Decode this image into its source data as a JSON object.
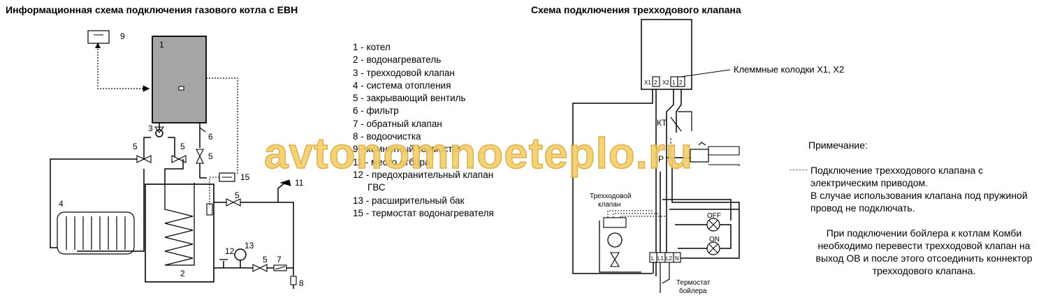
{
  "left_title": "Информационная схема подключения газового котла с ЕВН",
  "right_title": "Схема подключения трехходового клапана",
  "legend": [
    "1 - котел",
    "2 - водонагреватель",
    "3 - трехходовой клапан",
    "4 - система отопления",
    "5 - закрывающий вентиль",
    "6 - фильтр",
    "7 - обратный клапан",
    "8 - водоочистка",
    "9 - комнатный термостат",
    "11 - место отбора",
    "12 - предохранительный клапан",
    "ГВС",
    "13 - расширительный бак",
    "15 - термостат водонагревателя"
  ],
  "left_diagram": {
    "numbers": [
      "1",
      "2",
      "3",
      "4",
      "5",
      "5",
      "5",
      "5",
      "5",
      "6",
      "7",
      "8",
      "9",
      "11",
      "12",
      "13",
      "15"
    ]
  },
  "right_diagram": {
    "terminal_labels": [
      "X1",
      "2",
      "X2",
      "1",
      "2"
    ],
    "terminal_blocks_label": "Клеммные колодки X1, X2",
    "kt_label": "КТ",
    "p_label": "Р",
    "valve_label_line1": "Трехходовой",
    "valve_label_line2": "клапан",
    "off_label": "OFF",
    "on_label": "ON",
    "bottom_terminals": [
      "L",
      "L1",
      "L2",
      "N"
    ],
    "boiler_thermostat_line1": "Термостат",
    "boiler_thermostat_line2": "бойлера"
  },
  "note_heading": "Примечание:",
  "note_lines": [
    "Подключение трехходового клапана с",
    "электрическим приводом.",
    "В случае использования клапана под пружиной",
    "провод не подключать."
  ],
  "note_lines2": [
    "При подключении бойлера к котлам Комби",
    "необходимо перевести трехходовой клапан на",
    "выход ОВ и после этого отсоединить коннектор",
    "трехходового клапана."
  ],
  "watermark": "avtonomnoeteplo.ru"
}
